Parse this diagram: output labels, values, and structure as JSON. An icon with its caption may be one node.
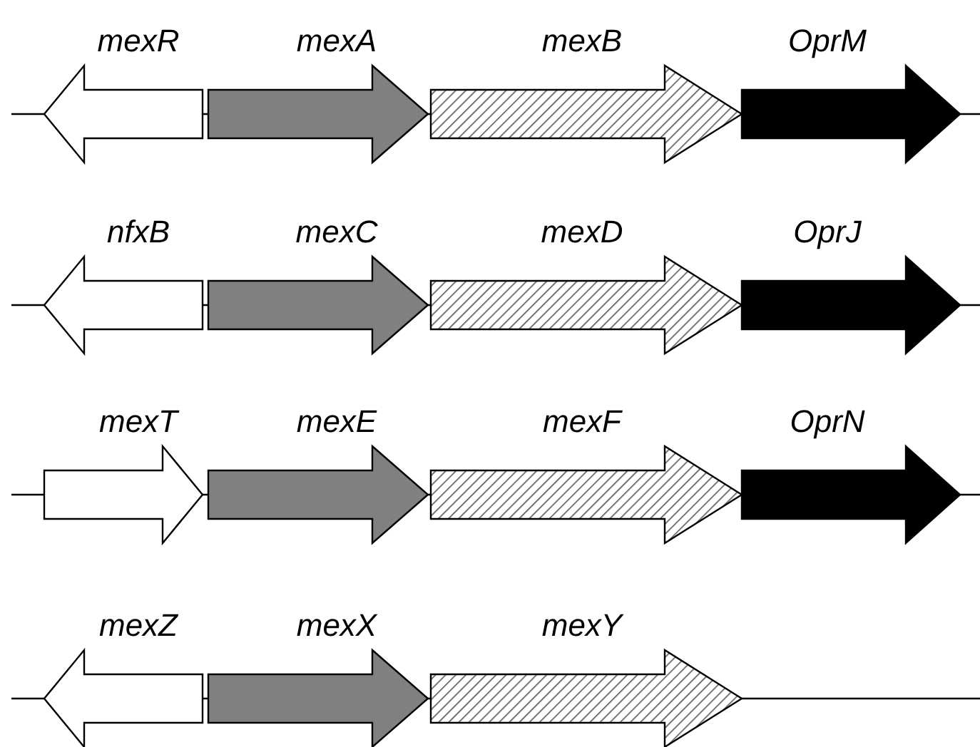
{
  "diagram": {
    "nodes": [
      {
        "text": [
          "mexR"
        ]
      },
      {
        "text": [
          "mexA"
        ]
      },
      {
        "text": [
          "mexB"
        ]
      },
      {
        "text": [
          "OprM"
        ]
      },
      {
        "text": [
          "nfxB"
        ]
      },
      {
        "text": [
          "mexC"
        ]
      },
      {
        "text": [
          "mexD"
        ]
      },
      {
        "text": [
          "OprJ"
        ]
      },
      {
        "text": [
          "mexT"
        ]
      },
      {
        "text": [
          "mexE"
        ]
      },
      {
        "text": [
          "mexF"
        ]
      },
      {
        "text": [
          "OprN"
        ]
      },
      {
        "text": [
          "mexZ"
        ]
      },
      {
        "text": [
          "mexX"
        ]
      },
      {
        "text": [
          "mexY"
        ]
      }
    ]
  }
}
